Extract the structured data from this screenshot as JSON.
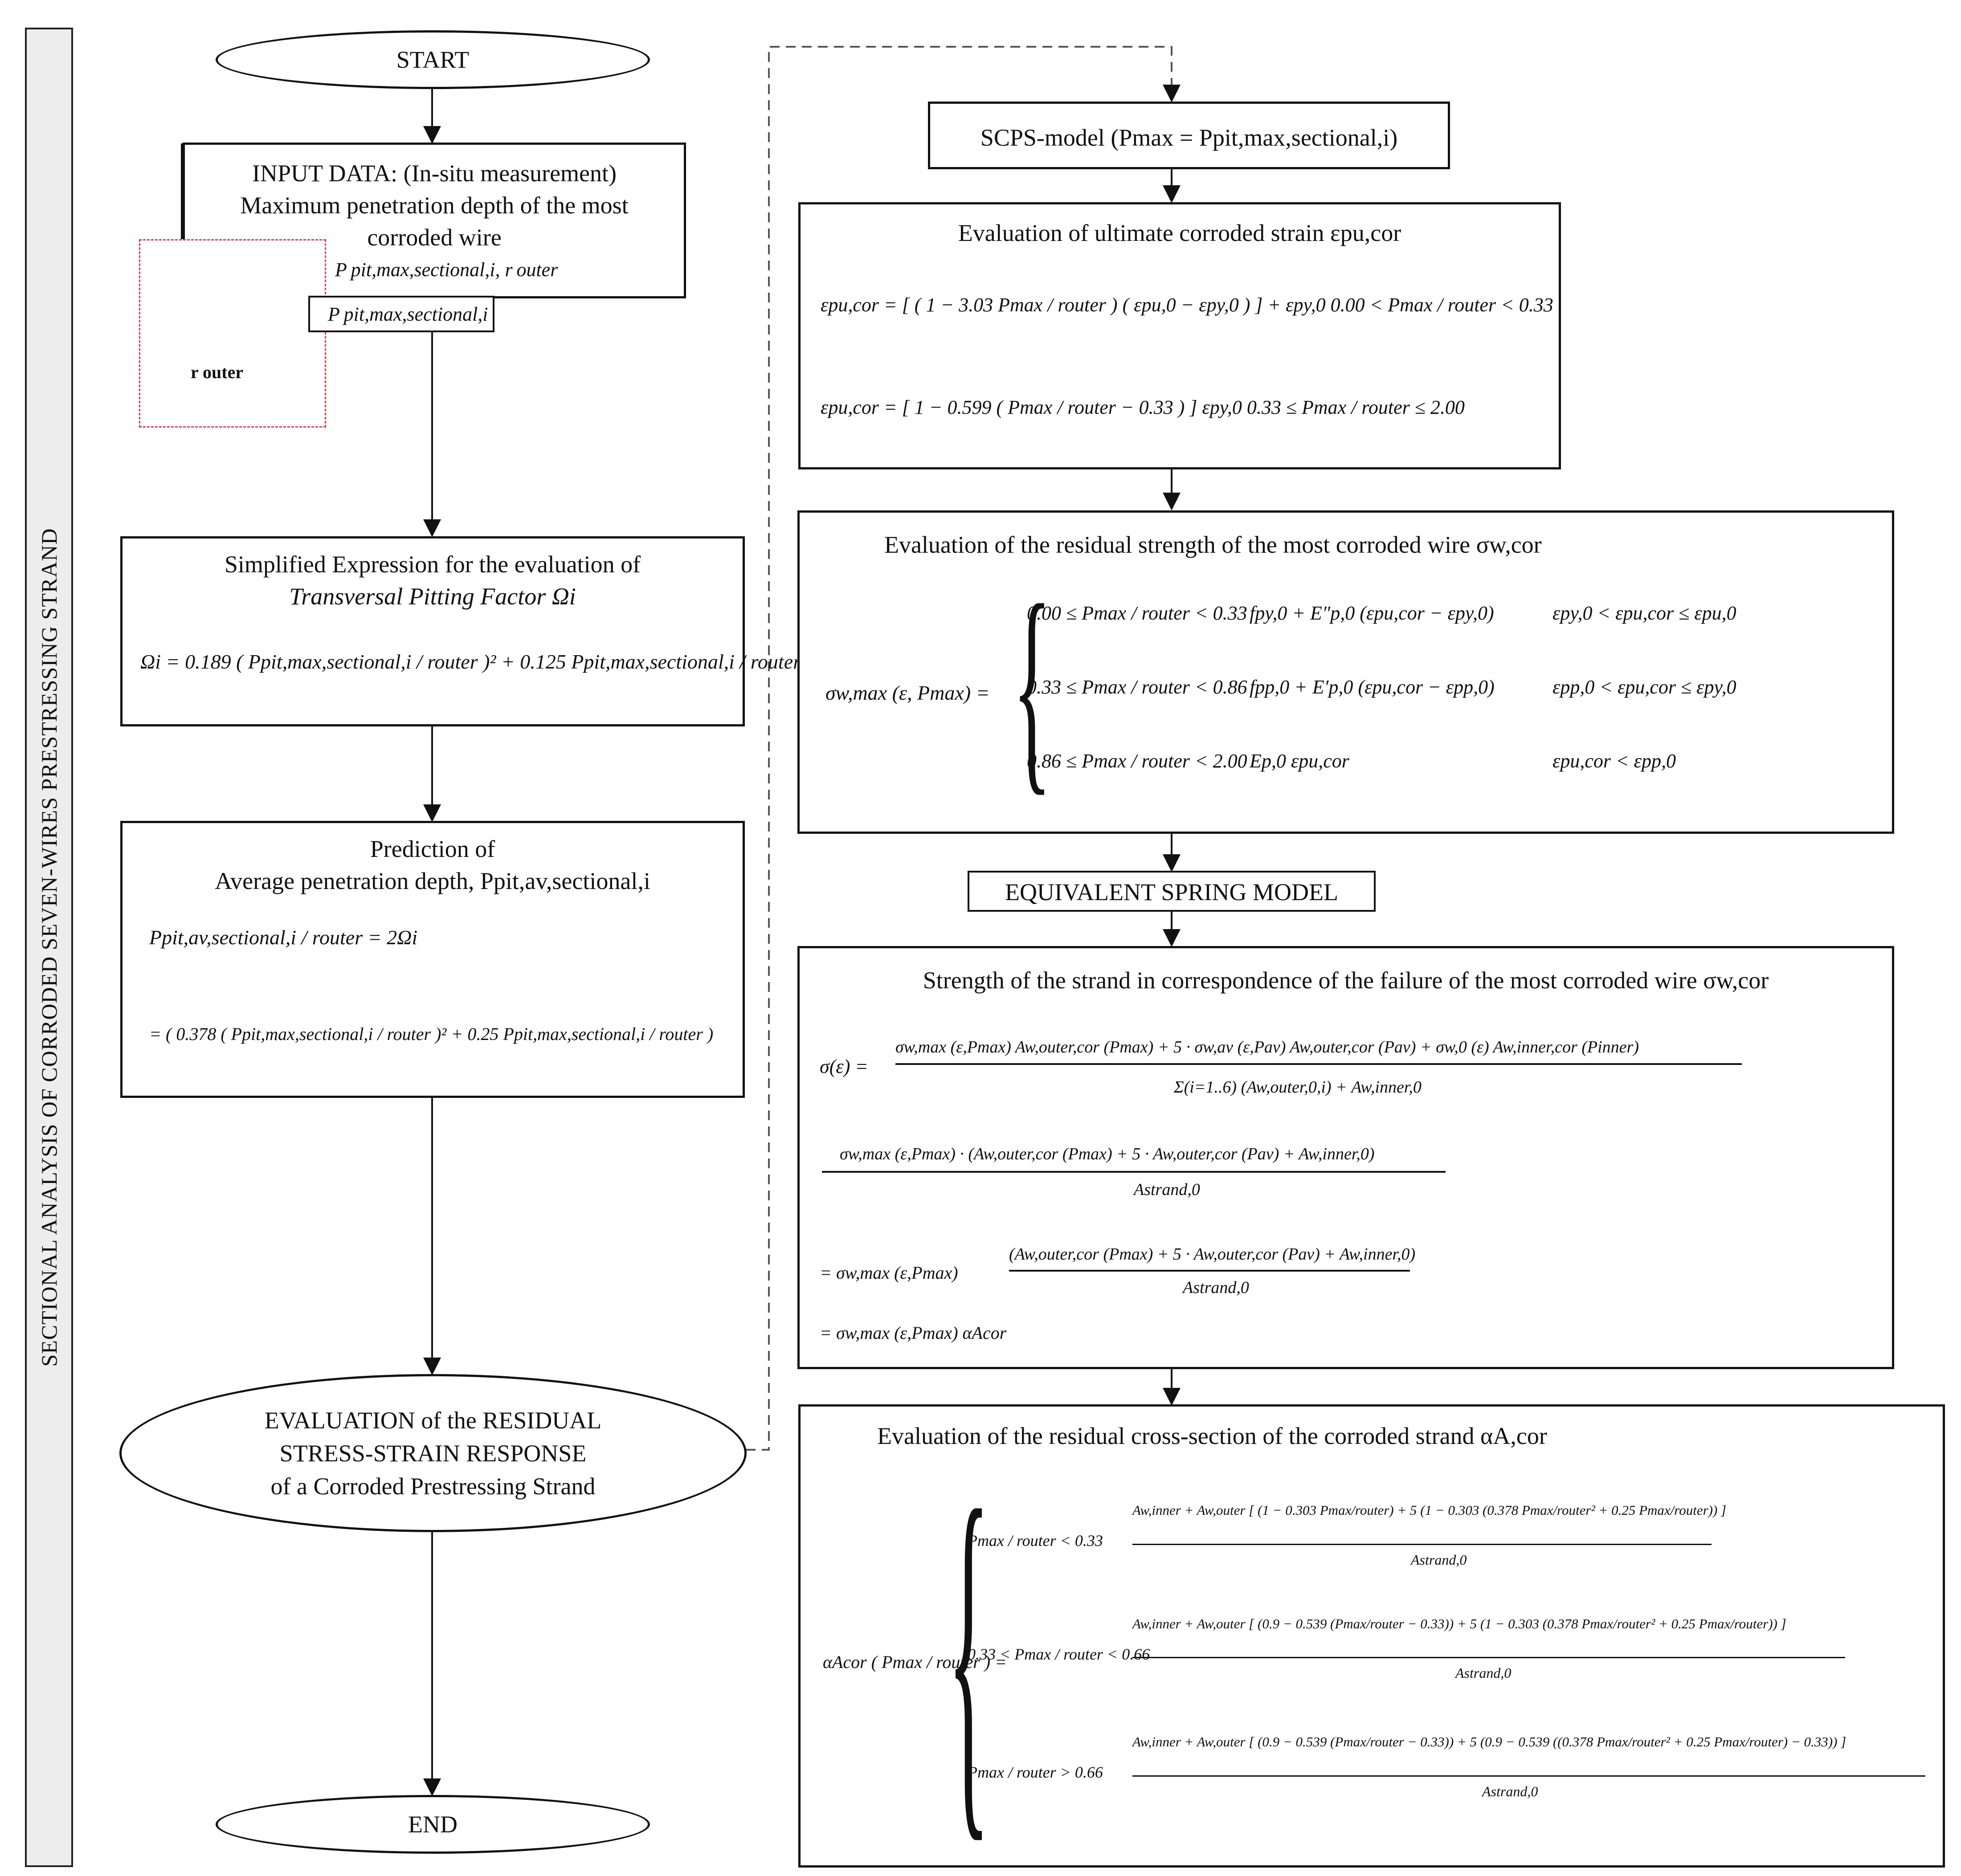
{
  "side_label": "SECTIONAL ANALYSIS OF CORRODED SEVEN-WIRES PRESTRESSING STRAND",
  "start": "START",
  "end": "END",
  "input": {
    "line1": "INPUT DATA: (In-situ measurement)",
    "line2": "Maximum penetration depth of the most",
    "line3": "corroded wire",
    "label_top": "P pit,max,sectional,i, r outer",
    "label_box": "P pit,max,sectional,i",
    "r_label": "r outer"
  },
  "simplified": {
    "line1": "Simplified Expression for the evaluation of",
    "line2": "Transversal Pitting Factor Ωi",
    "formula": "Ωi = 0.189 ( Ppit,max,sectional,i / router )² + 0.125 Ppit,max,sectional,i / router"
  },
  "prediction": {
    "line1": "Prediction of",
    "line2": "Average penetration depth, Ppit,av,sectional,i",
    "formula1": "Ppit,av,sectional,i / router = 2Ωi",
    "formula2": "= ( 0.378 ( Ppit,max,sectional,i / router )² + 0.25 Ppit,max,sectional,i / router )"
  },
  "evaluation": {
    "line1": "EVALUATION of the RESIDUAL",
    "line2": "STRESS-STRAIN RESPONSE",
    "line3": "of a Corroded Prestressing Strand"
  },
  "scps": "SCPS-model (Pmax = Ppit,max,sectional,i)",
  "ultimate": {
    "title": "Evaluation of ultimate corroded strain εpu,cor",
    "eq1": "εpu,cor = [ ( 1 − 3.03 Pmax / router ) ( εpu,0 − εpy,0 ) ] + εpy,0     0.00 < Pmax / router < 0.33",
    "eq2": "εpu,cor = [ 1 − 0.599 ( Pmax / router − 0.33 ) ] εpy,0     0.33 ≤ Pmax / router ≤ 2.00"
  },
  "residual": {
    "title": "Evaluation of the residual strength of the most corroded wire σw,cor",
    "lhs": "σw,max (ε, Pmax) =",
    "rows": [
      {
        "range": "0.00 ≤ Pmax / router < 0.33",
        "expr": "fpy,0 + E″p,0 (εpu,cor − εpy,0)",
        "cond": "εpy,0 < εpu,cor ≤ εpu,0"
      },
      {
        "range": "0.33 ≤ Pmax / router < 0.86",
        "expr": "fpp,0 + E′p,0 (εpu,cor − εpp,0)",
        "cond": "εpp,0 < εpu,cor ≤ εpy,0"
      },
      {
        "range": "0.86 ≤ Pmax / router < 2.00",
        "expr": "Ep,0 εpu,cor",
        "cond": "εpu,cor < εpp,0"
      }
    ]
  },
  "spring": "EQUIVALENT SPRING MODEL",
  "strength": {
    "title": "Strength of the strand in correspondence of the failure of the most corroded wire σw,cor",
    "eq1_num": "σw,max (ε,Pmax) Aw,outer,cor (Pmax) + 5 · σw,av (ε,Pav) Aw,outer,cor (Pav) + σw,0 (ε) Aw,inner,cor (Pinner)",
    "eq1_den": "Σ(i=1..6) (Aw,outer,0,i) + Aw,inner,0",
    "eq1_lhs": "σ(ε) =",
    "eq2_num": "σw,max (ε,Pmax) · (Aw,outer,cor (Pmax) + 5 · Aw,outer,cor (Pav) + Aw,inner,0)",
    "eq2_den": "Astrand,0",
    "eq3_lhs": "= σw,max (ε,Pmax)",
    "eq3_num": "(Aw,outer,cor (Pmax) + 5 · Aw,outer,cor (Pav) + Aw,inner,0)",
    "eq3_den": "Astrand,0",
    "eq4": "= σw,max (ε,Pmax) αAcor"
  },
  "cross": {
    "title": "Evaluation of the residual cross-section of the corroded strand αA,cor",
    "lhs": "αAcor ( Pmax / router ) =",
    "rows": [
      {
        "range": "Pmax / router < 0.33",
        "num": "Aw,inner + Aw,outer [ (1 − 0.303 Pmax/router) + 5 (1 − 0.303 (0.378 Pmax/router² + 0.25 Pmax/router)) ]",
        "den": "Astrand,0"
      },
      {
        "range": "0.33 < Pmax / router < 0.66",
        "num": "Aw,inner + Aw,outer [ (0.9 − 0.539 (Pmax/router − 0.33)) + 5 (1 − 0.303 (0.378 Pmax/router² + 0.25 Pmax/router)) ]",
        "den": "Astrand,0"
      },
      {
        "range": "Pmax / router > 0.66",
        "num": "Aw,inner + Aw,outer [ (0.9 − 0.539 (Pmax/router − 0.33)) + 5 (0.9 − 0.539 ((0.378 Pmax/router² + 0.25 Pmax/router) − 0.33)) ]",
        "den": "Astrand,0"
      }
    ]
  }
}
